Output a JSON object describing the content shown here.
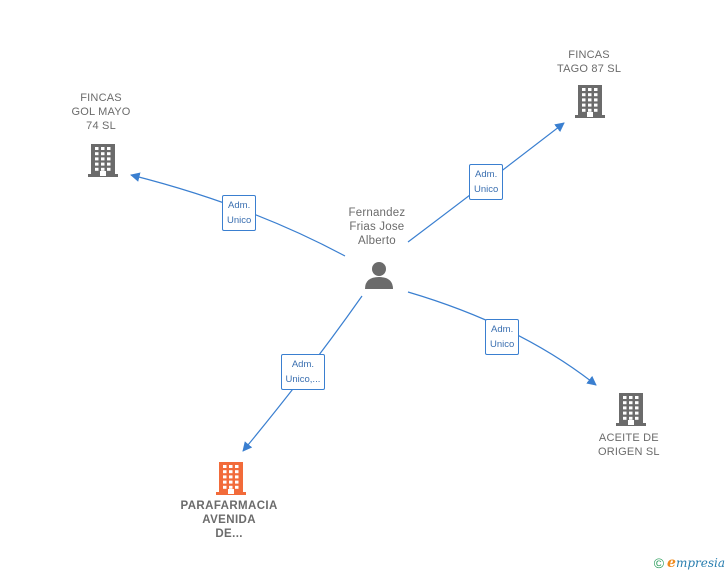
{
  "center": {
    "name": "Fernandez\nFrias Jose\nAlberto",
    "icon": "person-icon"
  },
  "companies": [
    {
      "id": "fincas-gol-mayo",
      "name": "FINCAS\nGOL MAYO\n74  SL",
      "icon": "building-icon",
      "color": "#6b6b6b",
      "highlight": false
    },
    {
      "id": "fincas-tago",
      "name": "FINCAS\nTAGO 87  SL",
      "icon": "building-icon",
      "color": "#6b6b6b",
      "highlight": false
    },
    {
      "id": "aceite-de-origen",
      "name": "ACEITE DE\nORIGEN  SL",
      "icon": "building-icon",
      "color": "#6b6b6b",
      "highlight": false
    },
    {
      "id": "parafarmacia-avenida",
      "name": "PARAFARMACIA\nAVENIDA\nDE...",
      "icon": "building-icon",
      "color": "#f26b3a",
      "highlight": true
    }
  ],
  "edges": [
    {
      "to": "fincas-gol-mayo",
      "label": "Adm.\nUnico"
    },
    {
      "to": "fincas-tago",
      "label": "Adm.\nUnico"
    },
    {
      "to": "aceite-de-origen",
      "label": "Adm.\nUnico"
    },
    {
      "to": "parafarmacia-avenida",
      "label": "Adm.\nUnico,..."
    }
  ],
  "colors": {
    "edge": "#3a7fd0",
    "node_gray": "#6b6b6b",
    "highlight": "#f26b3a",
    "brand_green": "#2a9d5c",
    "brand_blue": "#2a7fb0",
    "brand_orange": "#f08a1c"
  },
  "footer": {
    "copyright_symbol": "©",
    "brand_initial": "e",
    "brand_rest": "mpresia"
  }
}
